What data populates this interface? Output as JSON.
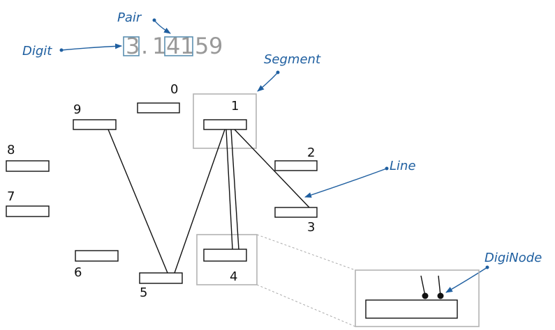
{
  "pi_digits": [
    "3",
    ".",
    "1",
    "4",
    "1",
    "5",
    "9"
  ],
  "segments": [
    "0",
    "1",
    "2",
    "3",
    "4",
    "5",
    "6",
    "7",
    "8",
    "9"
  ],
  "callouts": {
    "pair": "Pair",
    "digit": "Digit",
    "segment": "Segment",
    "line": "Line",
    "diginode": "DigiNode"
  },
  "colors": {
    "callout": "#1f5fa0",
    "pi_text": "#999999",
    "frame_gray": "#b3b3b3",
    "digit_frame": "#5b8fb0"
  }
}
